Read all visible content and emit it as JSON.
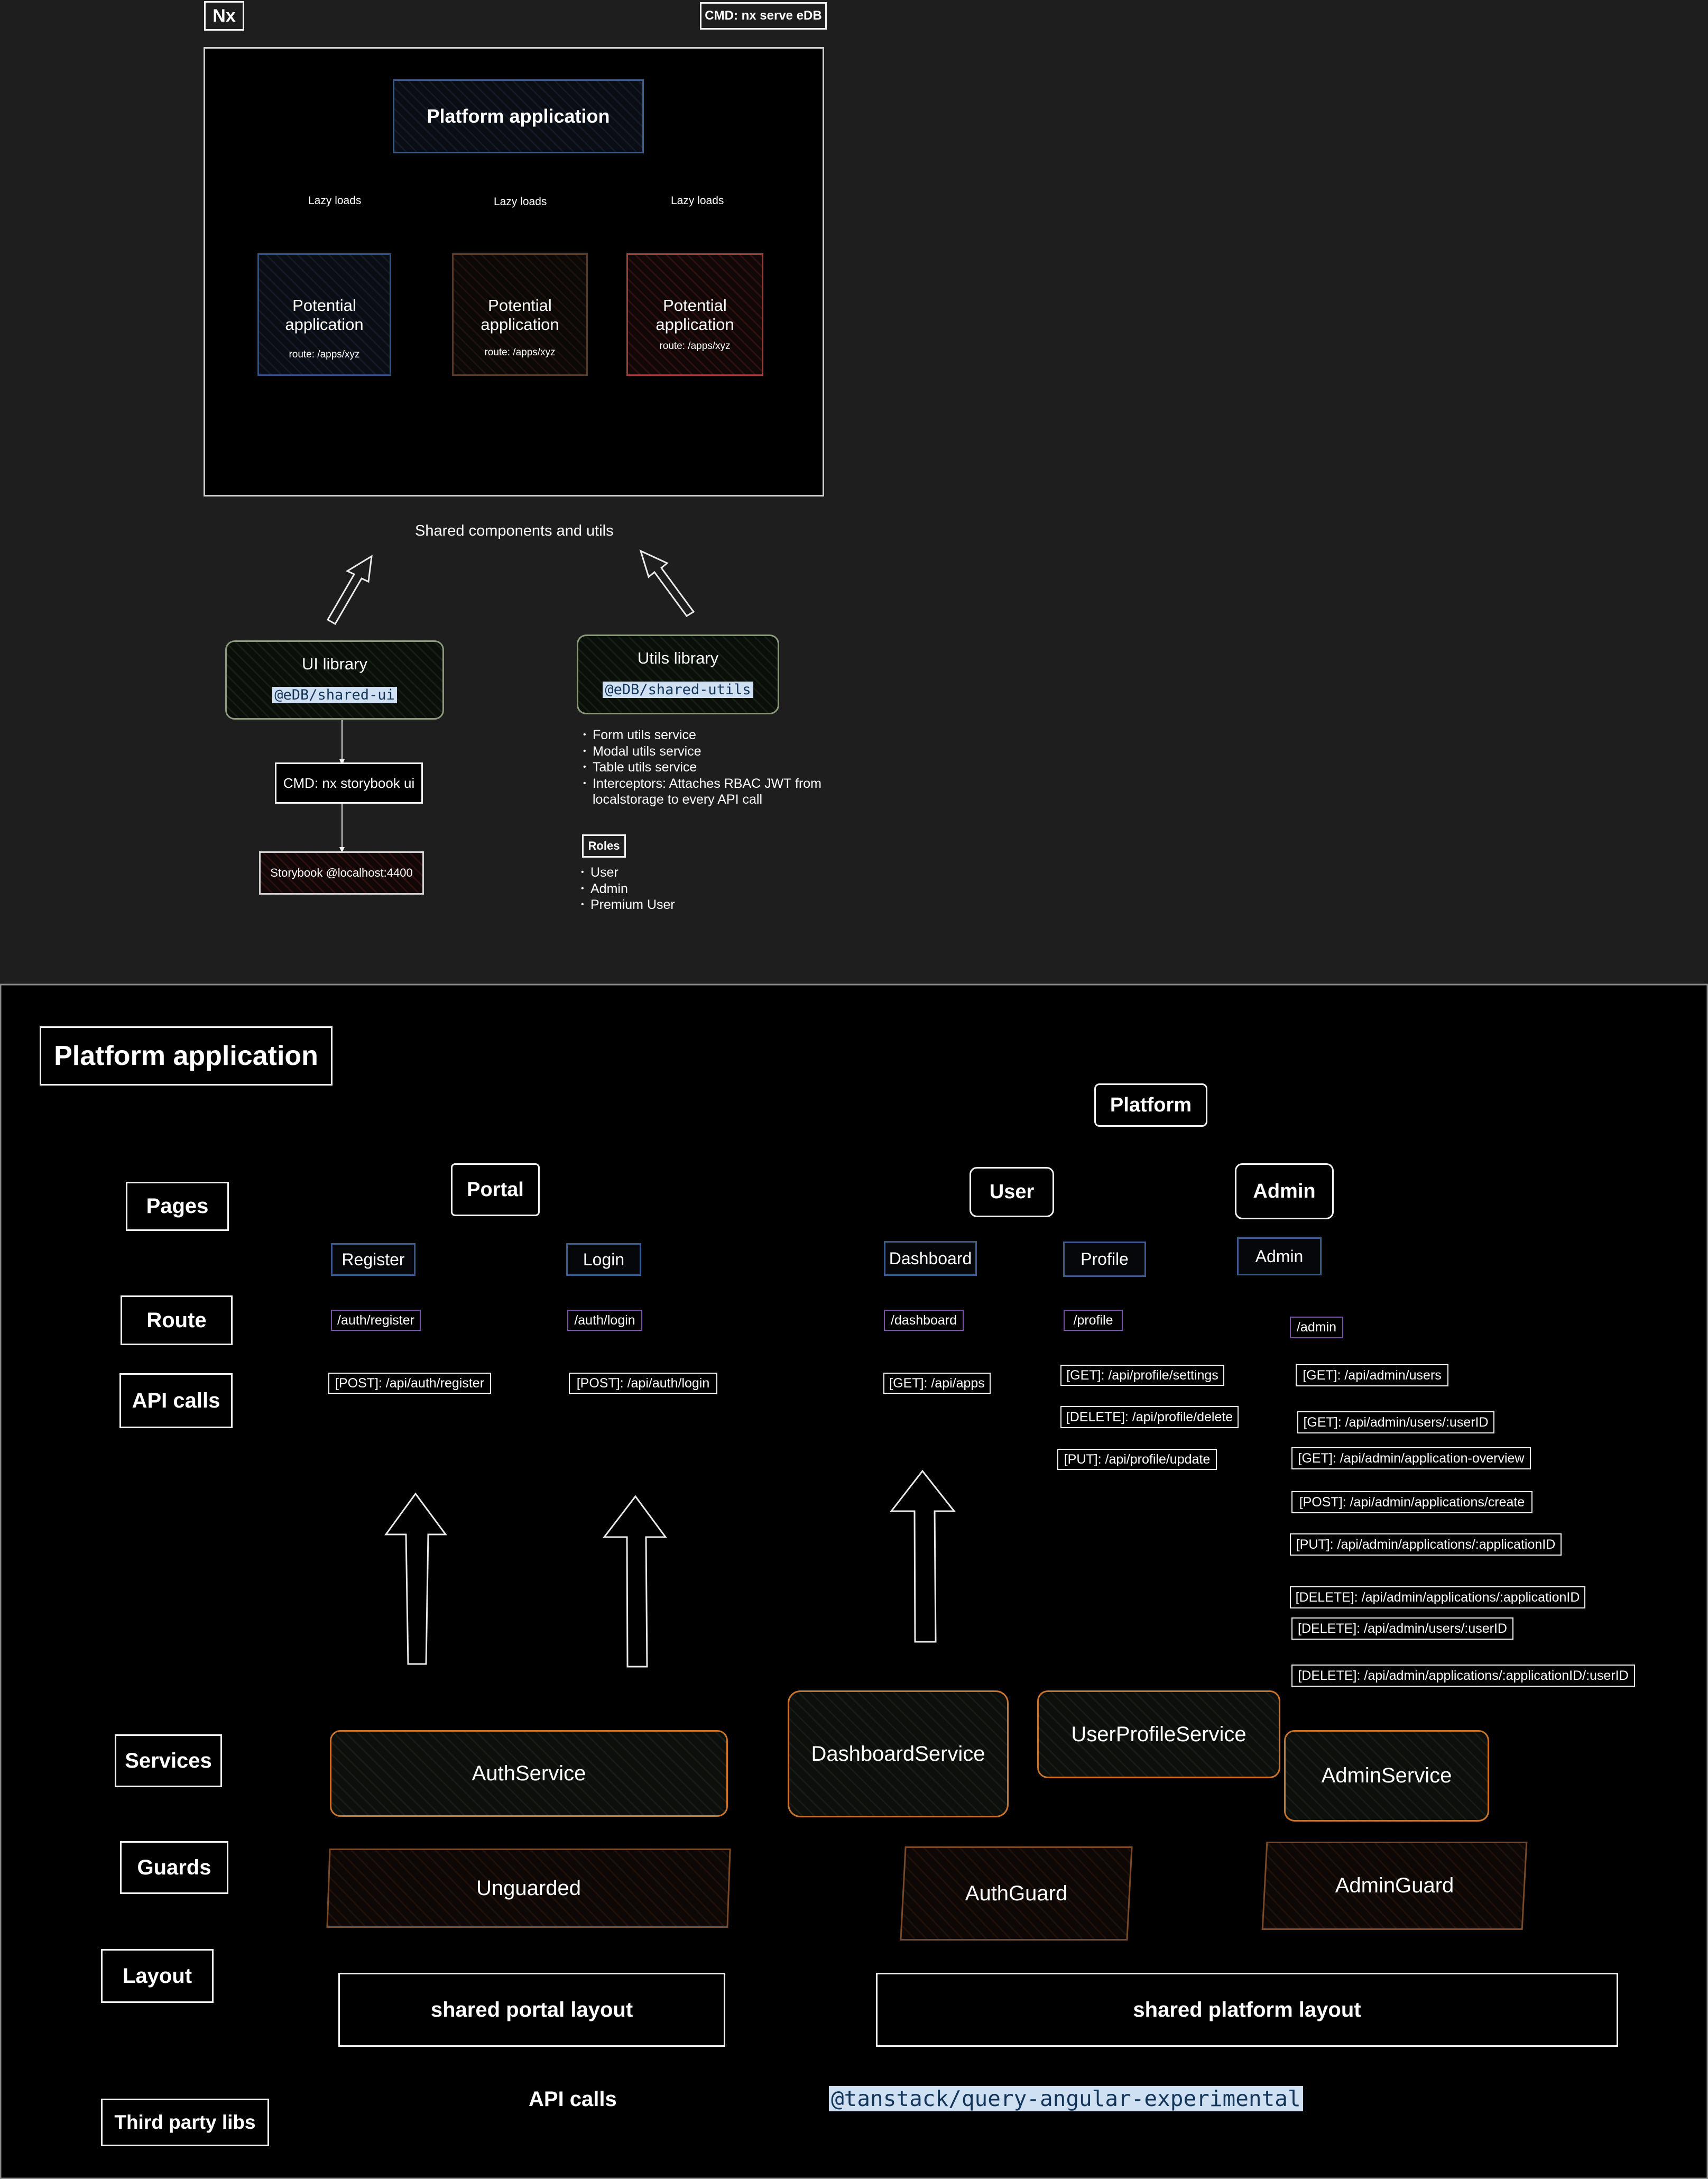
{
  "colors": {
    "canvas": "#1e1e1e",
    "frame_fill": "#000000",
    "stroke": "#f2f2f2",
    "blue_accent": "#3a5a8c",
    "brown_accent": "#7a4a28",
    "red_accent": "#b33a3a",
    "green_accent": "#6d7d5a",
    "orange_accent": "#c8742c",
    "purple_accent": "#7a52a8",
    "code_highlight": "#cfe0f2"
  },
  "top": {
    "nx_label": "Nx",
    "cmd_label": "CMD: nx serve eDB",
    "platform_title": "Platform application",
    "lazy_loads": [
      "Lazy loads",
      "Lazy loads",
      "Lazy loads"
    ],
    "apps": [
      {
        "title": "Potential application",
        "route": "route: /apps/xyz"
      },
      {
        "title": "Potential application",
        "route": "route: /apps/xyz"
      },
      {
        "title": "Potential application",
        "route": "route: /apps/xyz"
      }
    ],
    "shared_caption": "Shared components and utils",
    "ui_library": {
      "title": "UI library",
      "package": "@eDB/shared-ui"
    },
    "utils_library": {
      "title": "Utils library",
      "package": "@eDB/shared-utils"
    },
    "storybook_cmd": "CMD: nx storybook ui",
    "storybook_url": "Storybook @localhost:4400",
    "utils_items": [
      "Form utils service",
      "Modal utils service",
      "Table utils service",
      "Interceptors: Attaches RBAC JWT from localstorage to every API call"
    ],
    "roles_title": "Roles",
    "roles": [
      "User",
      "Admin",
      "Premium User"
    ]
  },
  "bottom": {
    "title": "Platform application",
    "platform_label": "Platform",
    "row_labels": {
      "pages": "Pages",
      "route": "Route",
      "api_calls": "API calls",
      "services": "Services",
      "guards": "Guards",
      "layout": "Layout",
      "third_party": "Third party libs"
    },
    "groups": {
      "portal": "Portal",
      "user": "User",
      "admin": "Admin"
    },
    "pages": {
      "register": "Register",
      "login": "Login",
      "dashboard": "Dashboard",
      "profile": "Profile",
      "admin": "Admin"
    },
    "routes": {
      "register": "/auth/register",
      "login": "/auth/login",
      "dashboard": "/dashboard",
      "profile": "/profile",
      "admin": "/admin"
    },
    "api": {
      "register": "[POST]: /api/auth/register",
      "login": "[POST]: /api/auth/login",
      "dashboard": "[GET]: /api/apps",
      "profile": [
        "[GET]: /api/profile/settings",
        "[DELETE]: /api/profile/delete",
        "[PUT]: /api/profile/update"
      ],
      "admin": [
        "[GET]: /api/admin/users",
        "[GET]: /api/admin/users/:userID",
        "[GET]: /api/admin/application-overview",
        "[POST]: /api/admin/applications/create",
        "[PUT]: /api/admin/applications/:applicationID",
        "[DELETE]: /api/admin/applications/:applicationID",
        "[DELETE]: /api/admin/users/:userID",
        "[DELETE]: /api/admin/applications/:applicationID/:userID"
      ]
    },
    "services": {
      "auth": "AuthService",
      "dashboard": "DashboardService",
      "profile": "UserProfileService",
      "admin": "AdminService"
    },
    "guards": {
      "unguarded": "Unguarded",
      "auth": "AuthGuard",
      "admin": "AdminGuard"
    },
    "layouts": {
      "portal": "shared portal layout",
      "platform": "shared platform layout"
    },
    "third_party": {
      "api_calls_label": "API calls",
      "lib": "@tanstack/query-angular-experimental"
    }
  }
}
